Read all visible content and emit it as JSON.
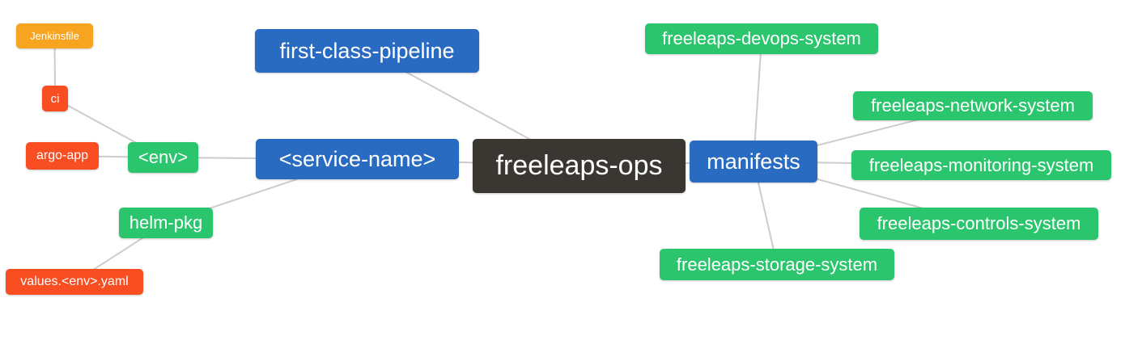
{
  "diagram": {
    "type": "mindmap",
    "root": "freeleaps-ops",
    "palette": {
      "orange": "#F7A521",
      "red": "#F94E22",
      "green": "#2BC56D",
      "blue": "#2A6BC2",
      "dark": "#3A3733",
      "edge": "#CCCCCC",
      "text": "#FFFFFF",
      "background": "#FFFFFF"
    },
    "nodes": [
      {
        "id": "jenkinsfile",
        "label": "Jenkinsfile",
        "kind": "orange"
      },
      {
        "id": "ci",
        "label": "ci",
        "kind": "red"
      },
      {
        "id": "argo-app",
        "label": "argo-app",
        "kind": "red"
      },
      {
        "id": "env",
        "label": "<env>",
        "kind": "green"
      },
      {
        "id": "helm-pkg",
        "label": "helm-pkg",
        "kind": "green"
      },
      {
        "id": "values-env-yaml",
        "label": "values.<env>.yaml",
        "kind": "red"
      },
      {
        "id": "first-class-pipeline",
        "label": "first-class-pipeline",
        "kind": "blue"
      },
      {
        "id": "service-name",
        "label": "<service-name>",
        "kind": "blue"
      },
      {
        "id": "freeleaps-ops",
        "label": "freeleaps-ops",
        "kind": "dark"
      },
      {
        "id": "manifests",
        "label": "manifests",
        "kind": "blue"
      },
      {
        "id": "freeleaps-devops-system",
        "label": "freeleaps-devops-system",
        "kind": "green"
      },
      {
        "id": "freeleaps-network-system",
        "label": "freeleaps-network-system",
        "kind": "green"
      },
      {
        "id": "freeleaps-monitoring-system",
        "label": "freeleaps-monitoring-system",
        "kind": "green"
      },
      {
        "id": "freeleaps-controls-system",
        "label": "freeleaps-controls-system",
        "kind": "green"
      },
      {
        "id": "freeleaps-storage-system",
        "label": "freeleaps-storage-system",
        "kind": "green"
      }
    ],
    "edges": [
      [
        "jenkinsfile",
        "ci"
      ],
      [
        "ci",
        "env"
      ],
      [
        "argo-app",
        "env"
      ],
      [
        "env",
        "service-name"
      ],
      [
        "helm-pkg",
        "service-name"
      ],
      [
        "values-env-yaml",
        "helm-pkg"
      ],
      [
        "first-class-pipeline",
        "freeleaps-ops"
      ],
      [
        "service-name",
        "freeleaps-ops"
      ],
      [
        "freeleaps-ops",
        "manifests"
      ],
      [
        "manifests",
        "freeleaps-devops-system"
      ],
      [
        "manifests",
        "freeleaps-network-system"
      ],
      [
        "manifests",
        "freeleaps-monitoring-system"
      ],
      [
        "manifests",
        "freeleaps-controls-system"
      ],
      [
        "manifests",
        "freeleaps-storage-system"
      ]
    ]
  }
}
